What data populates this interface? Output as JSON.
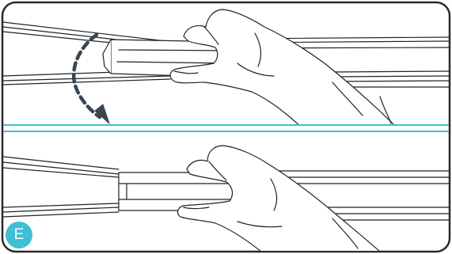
{
  "step": {
    "label": "E",
    "badge_color": "#3fbfd4"
  },
  "colors": {
    "outline": "#222222",
    "panel_border": "#2a2a2a",
    "divider": "#3fbfd4",
    "arrow": "#3a4652",
    "fill": "#ffffff"
  },
  "panels": [
    {
      "name": "before",
      "shows": [
        "rail",
        "clip",
        "hand",
        "rotation-arrow"
      ]
    },
    {
      "name": "after",
      "shows": [
        "rail",
        "clip",
        "hand"
      ]
    }
  ]
}
